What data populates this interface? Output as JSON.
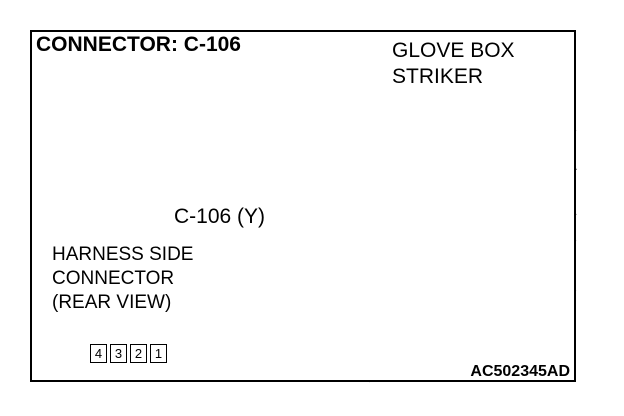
{
  "title": "CONNECTOR: C-106",
  "glove_box_label": "GLOVE BOX\nSTRIKER",
  "connector_callout": "C-106 (Y)",
  "harness_label": "HARNESS SIDE\nCONNECTOR\n(REAR VIEW)",
  "pins": [
    "4",
    "3",
    "2",
    "1"
  ],
  "figure_code": "AC502345AD"
}
